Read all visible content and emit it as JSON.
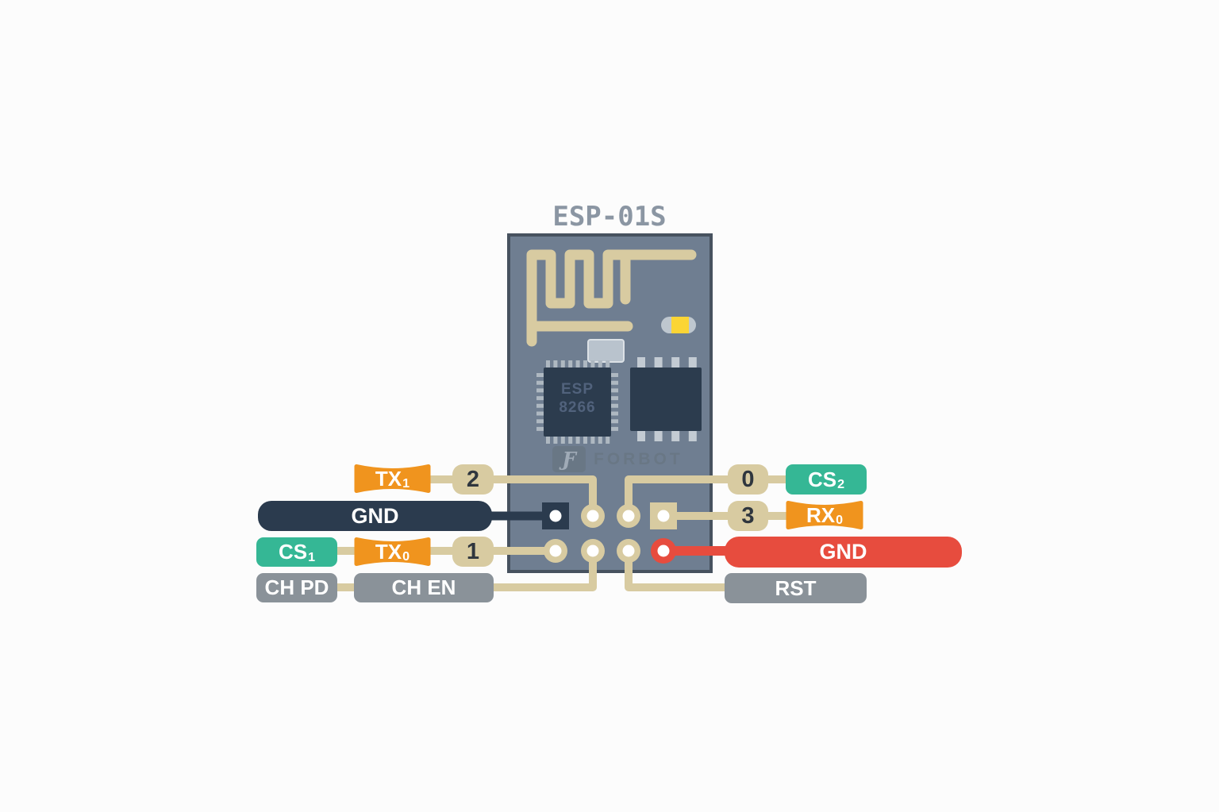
{
  "title": "ESP-01S",
  "board": {
    "chip_line1": "ESP",
    "chip_line2": "8266",
    "brand": "FORBOT",
    "brand_glyph": "Ƒ"
  },
  "labels": {
    "tx1": {
      "text": "TX",
      "sub": "1"
    },
    "pin2": "2",
    "gnd_left": "GND",
    "cs1": {
      "text": "CS",
      "sub": "1"
    },
    "tx0": {
      "text": "TX",
      "sub": "0"
    },
    "pin1": "1",
    "ch_pd": "CH PD",
    "ch_en": "CH EN",
    "pin0": "0",
    "cs2": {
      "text": "CS",
      "sub": "2"
    },
    "pin3": "3",
    "rx0": {
      "text": "RX",
      "sub": "0"
    },
    "gnd_right": "GND",
    "rst": "RST"
  },
  "colors": {
    "background": "#FCFCFC",
    "board": "#6F7E91",
    "board_border": "#47525F",
    "tan": "#D8CBA1",
    "navy": "#2B3B4E",
    "orange": "#F0941E",
    "teal": "#35B795",
    "red": "#E74C3E",
    "gray": "#8A9299",
    "number_text": "#2F363E",
    "title": "#8B96A3",
    "chip": "#2C3C4E",
    "chip_pin": "#AEB8C1",
    "chip_pin_lg": "#C3CBD3",
    "chip_text": "#51627C",
    "logo": "#687684",
    "logo_glyph": "#A9B4BE",
    "crystal": "#B9C3CD",
    "crystal_border": "#DCE1E6",
    "led_body": "#BEC7CF",
    "led_yellow": "#FBD535",
    "badge_text": "#FFFFFF"
  }
}
